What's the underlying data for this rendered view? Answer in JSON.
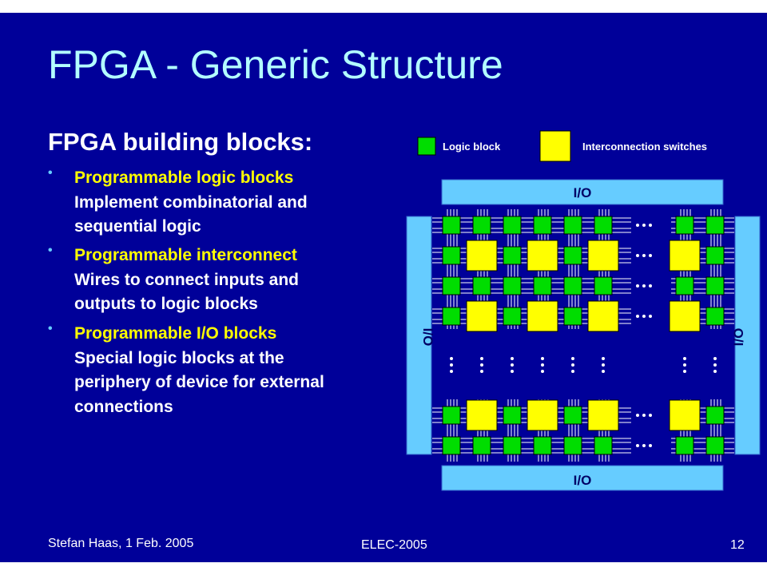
{
  "slide": {
    "title": "FPGA - Generic Structure",
    "heading": "FPGA building blocks:",
    "bullets": [
      {
        "title": "Programmable logic blocks",
        "lines": [
          "Implement combinatorial and",
          "sequential logic"
        ]
      },
      {
        "title": "Programmable interconnect",
        "lines": [
          "Wires to connect inputs and",
          "outputs to logic blocks"
        ]
      },
      {
        "title": "Programmable I/O blocks",
        "lines": [
          "Special logic blocks at the",
          "periphery of device for external",
          "connections"
        ]
      }
    ],
    "bullet_symbol": "•"
  },
  "diagram": {
    "legend": {
      "logic_block": "Logic block",
      "interconnect": "Interconnection switches"
    },
    "io_label": "I/O",
    "ellipsis": "•••",
    "colors": {
      "background": "#000099",
      "logic": "#00dd00",
      "switch": "#ffff00",
      "io": "#66ccff",
      "title": "#b3ffff",
      "highlight": "#ffff00"
    }
  },
  "footer": {
    "author_date": "Stefan Haas, 1 Feb. 2005",
    "course": "ELEC-2005",
    "page": "12"
  }
}
